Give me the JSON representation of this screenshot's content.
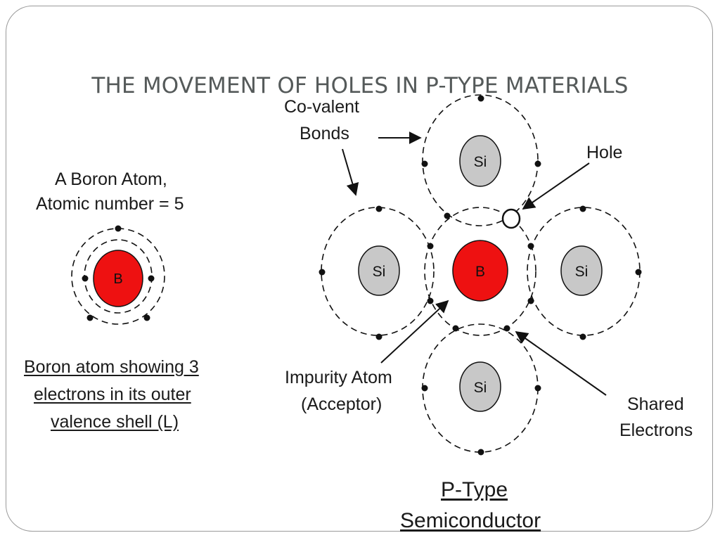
{
  "slide": {
    "title": "THE MOVEMENT OF HOLES IN P-TYPE MATERIALS"
  },
  "boron_atom": {
    "heading_line1": "A Boron Atom,",
    "heading_line2": "Atomic number = 5",
    "nucleus_label": "B",
    "caption_line1": "Boron atom showing 3",
    "caption_line2": "electrons in its outer",
    "caption_line3": "valence shell (L)"
  },
  "lattice": {
    "covalent_line1": "Co-valent",
    "covalent_line2": "Bonds",
    "hole_label": "Hole",
    "impurity_line1": "Impurity Atom",
    "impurity_line2": "(Acceptor)",
    "shared_line1": "Shared",
    "shared_line2": "Electrons",
    "caption_line1": "P-Type",
    "caption_line2": "Semiconductor",
    "atoms": {
      "top": "Si",
      "left": "Si",
      "center": "B",
      "right": "Si",
      "bottom": "Si"
    }
  },
  "colors": {
    "boron": "#ee1111",
    "silicon": "#c8c8c8",
    "title": "#555a5a"
  }
}
